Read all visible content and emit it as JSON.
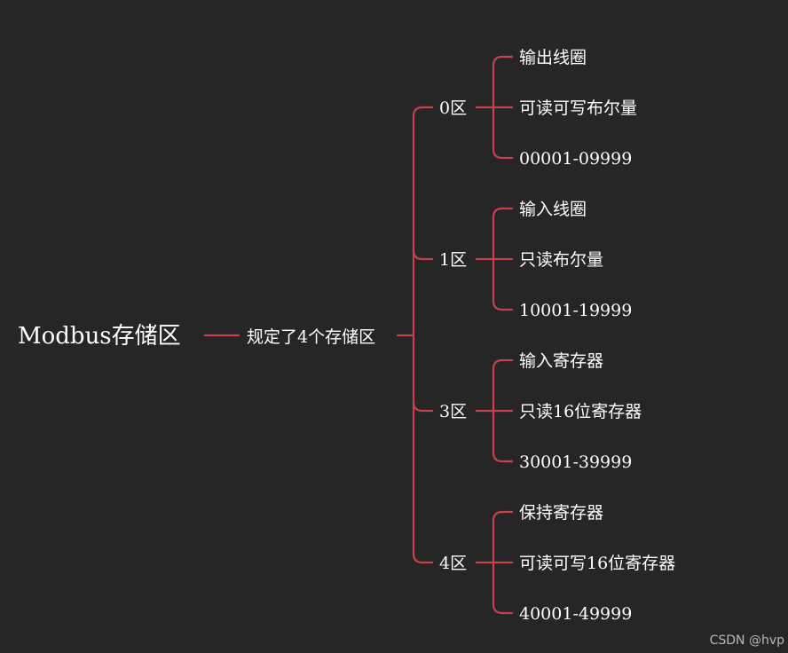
{
  "root": {
    "label": "Modbus存储区"
  },
  "subtopic": {
    "label": "规定了4个存储区"
  },
  "zones": [
    {
      "label": "0区",
      "leaves": [
        "输出线圈",
        "可读可写布尔量",
        "00001-09999"
      ]
    },
    {
      "label": "1区",
      "leaves": [
        "输入线圈",
        "只读布尔量",
        "10001-19999"
      ]
    },
    {
      "label": "3区",
      "leaves": [
        "输入寄存器",
        "只读16位寄存器",
        "30001-39999"
      ]
    },
    {
      "label": "4区",
      "leaves": [
        "保持寄存器",
        "可读可写16位寄存器",
        "40001-49999"
      ]
    }
  ],
  "colors": {
    "background": "#262626",
    "connector": "#c8404a",
    "text": "#ffffff"
  },
  "watermark": "CSDN @hvp"
}
